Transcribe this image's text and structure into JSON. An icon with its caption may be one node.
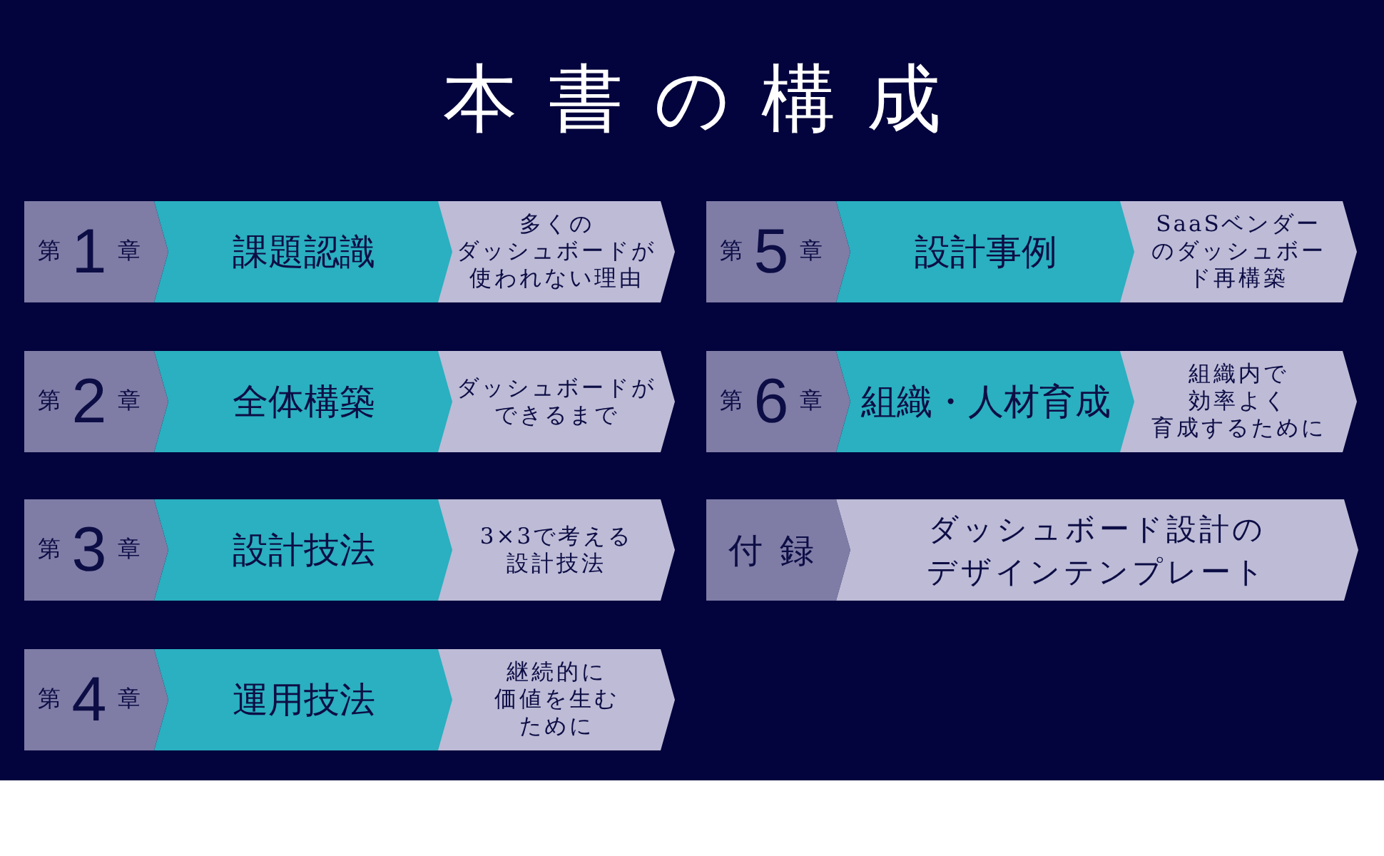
{
  "diagram": {
    "title": "本書の構成",
    "nodes": [
      {
        "text": [
          "第",
          "1",
          "章"
        ]
      },
      {
        "text": [
          "課題認識"
        ]
      },
      {
        "text": [
          "多くのダッシュボードが使われない理由"
        ]
      },
      {
        "text": [
          "第",
          "5",
          "章"
        ]
      },
      {
        "text": [
          "設計事例"
        ]
      },
      {
        "text": [
          "SaaSベンダーのダッシュボード再構築"
        ]
      },
      {
        "text": [
          "第",
          "2",
          "章"
        ]
      },
      {
        "text": [
          "全体構築"
        ]
      },
      {
        "text": [
          "ダッシュボードができるまで"
        ]
      },
      {
        "text": [
          "第",
          "6",
          "章"
        ]
      },
      {
        "text": [
          "組織・人材育成"
        ]
      },
      {
        "text": [
          "組織内で効率よく育成するために"
        ]
      },
      {
        "text": [
          "第",
          "3",
          "章"
        ]
      },
      {
        "text": [
          "設計技法"
        ]
      },
      {
        "text": [
          "3×3で考える設計技法"
        ]
      },
      {
        "text": [
          "付録"
        ]
      },
      {
        "text": [
          "ダッシュボード設計のデザインテンプレート"
        ]
      },
      {
        "text": [
          "第",
          "4",
          "章"
        ]
      },
      {
        "text": [
          "運用技法"
        ]
      },
      {
        "text": [
          "継続的に価値を生むために"
        ]
      }
    ]
  }
}
